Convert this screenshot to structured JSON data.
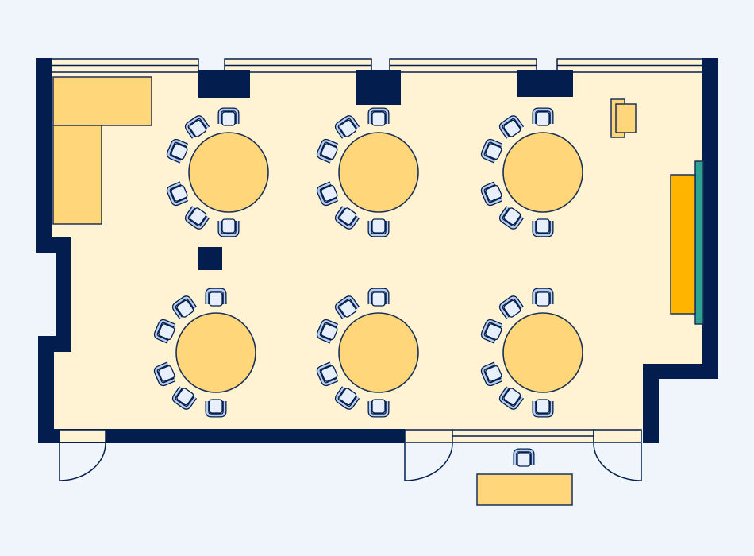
{
  "floor_plan": {
    "type": "classroom-round-tables",
    "table_count": 6,
    "seats_per_table": 6,
    "door_count": 3,
    "colors": {
      "background": "#EFF5FB",
      "floor": "#FFF3D4",
      "wall": "#031E4E",
      "furniture": "#FFD77A",
      "chair_seat": "#E6EFFB",
      "chair_arm": "#B7CDEE",
      "board": "#FFB400",
      "board_rail": "#2EA393"
    }
  }
}
